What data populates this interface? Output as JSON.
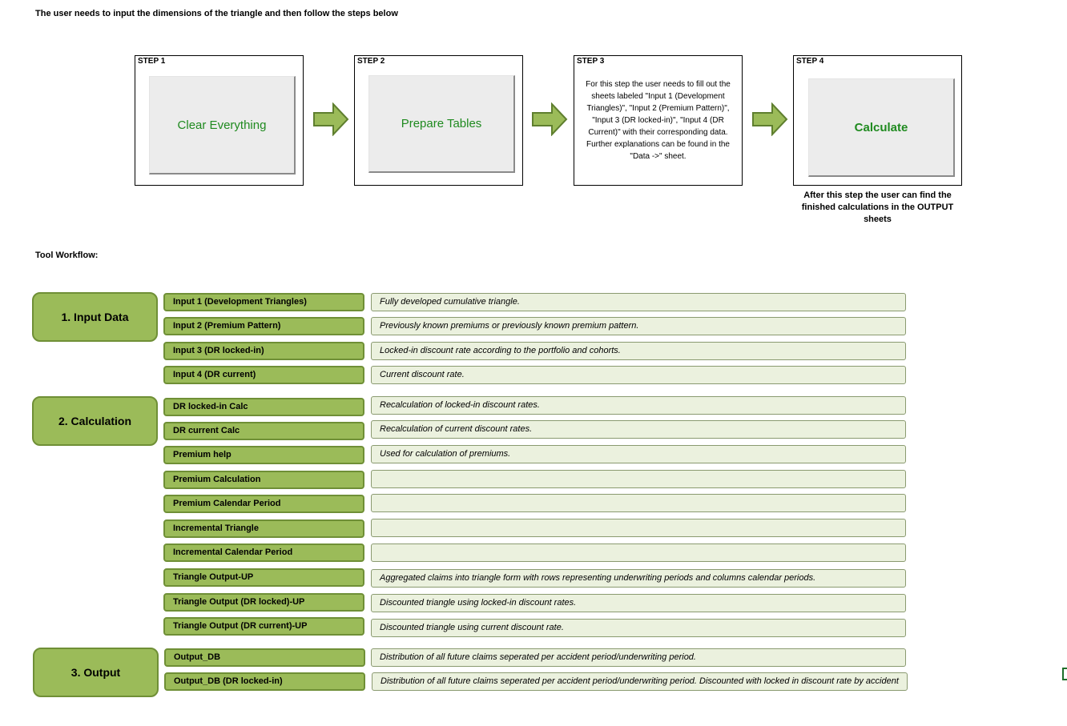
{
  "intro_text": "The user needs to input the dimensions of the triangle and then follow the steps below",
  "steps": [
    {
      "title": "STEP 1",
      "button_label": "Clear Everything"
    },
    {
      "title": "STEP 2",
      "button_label": "Prepare Tables"
    },
    {
      "title": "STEP 3",
      "text": "For this step the user needs to fill out the sheets labeled \"Input 1 (Development Triangles)\", \"Input 2 (Premium Pattern)\", \"Input 3 (DR locked-in)\", \"Input 4 (DR Current)\" with their corresponding data. Further explanations can be found in the \"Data ->\" sheet."
    },
    {
      "title": "STEP 4",
      "button_label": "Calculate"
    }
  ],
  "after_step4_text": "After this step the user can find the finished calculations in the OUTPUT sheets",
  "workflow_label": "Tool Workflow:",
  "categories": [
    {
      "label": "1. Input Data"
    },
    {
      "label": "2. Calculation"
    },
    {
      "label": "3. Output"
    }
  ],
  "rows": [
    {
      "sheet": "Input 1 (Development Triangles)",
      "description": "Fully developed cumulative triangle."
    },
    {
      "sheet": "Input 2 (Premium Pattern)",
      "description": "Previously known premiums or previously known premium pattern."
    },
    {
      "sheet": "Input 3 (DR locked-in)",
      "description": "Locked-in discount rate according to the portfolio and cohorts."
    },
    {
      "sheet": "Input 4 (DR current)",
      "description": "Current discount rate."
    },
    {
      "sheet": "DR locked-in Calc",
      "description": "Recalculation of locked-in discount rates."
    },
    {
      "sheet": "DR current Calc",
      "description": "Recalculation of current discount rates."
    },
    {
      "sheet": "Premium help",
      "description": "Used for calculation of premiums."
    },
    {
      "sheet": "Premium Calculation",
      "description": ""
    },
    {
      "sheet": "Premium Calendar Period",
      "description": ""
    },
    {
      "sheet": "Incremental Triangle",
      "description": ""
    },
    {
      "sheet": "Incremental Calendar Period",
      "description": ""
    },
    {
      "sheet": "Triangle Output-UP",
      "description": "Aggregated claims into triangle form with rows representing underwriting periods and columns calendar periods."
    },
    {
      "sheet": "Triangle Output (DR locked)-UP",
      "description": "Discounted triangle using locked-in discount rates."
    },
    {
      "sheet": "Triangle Output (DR current)-UP",
      "description": "Discounted triangle using current discount rate."
    },
    {
      "sheet": "Output_DB",
      "description": "Distribution of all future claims seperated per accident period/underwriting period."
    },
    {
      "sheet": "Output_DB (DR locked-in)",
      "description": "Distribution of all future claims seperated per accident period/underwriting period. Discounted with locked in discount rate by accident"
    }
  ],
  "colors": {
    "sheet_fill": "#9bbb59",
    "sheet_border": "#6f8f36",
    "desc_fill": "#ebf1de",
    "button_text": "#1f8a1f"
  },
  "icons": [
    "right-arrow-icon"
  ]
}
